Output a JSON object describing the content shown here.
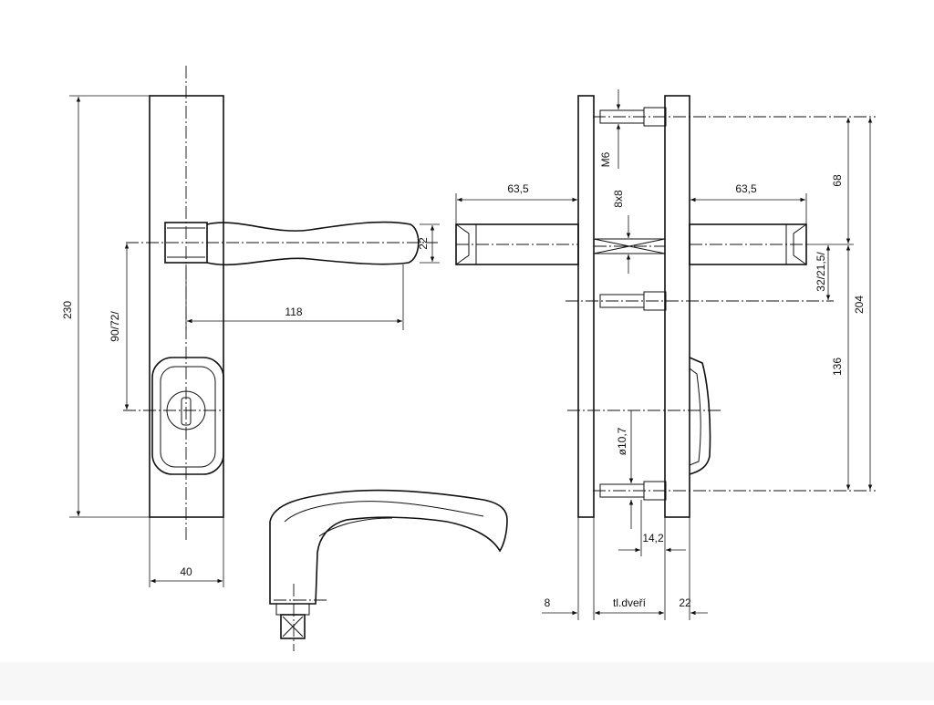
{
  "drawing": {
    "dimensions": {
      "plate_height": "230",
      "plate_width": "40",
      "handle_length": "118",
      "axis_distance": "90/72/",
      "handle_thickness": "22",
      "spindle_left": "63,5",
      "spindle_right": "63,5",
      "square": "8x8",
      "thread": "M6",
      "top_screw": "68",
      "mid_offset": "32/21,5/",
      "lower_distance": "136",
      "total_screw": "204",
      "hole_diameter": "ø10,7",
      "projection": "14,2",
      "plate_thickness_left": "8",
      "door_thickness": "tl.dveří",
      "plate_thickness_right": "22"
    }
  }
}
